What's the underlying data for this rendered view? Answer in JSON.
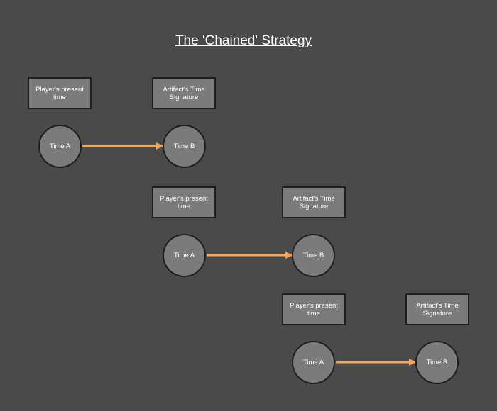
{
  "title": "The 'Chained' Strategy",
  "colors": {
    "background": "#4a4a4a",
    "shape_fill": "#7b7b7b",
    "shape_border": "#1e1e1e",
    "arrow": "#f4a65a"
  },
  "steps": [
    {
      "box_left": "Player's present time",
      "box_right": "Artifact's Time Signature",
      "node_left": "Time A",
      "node_right": "Time B"
    },
    {
      "box_left": "Player's present time",
      "box_right": "Artifact's Time Signature",
      "node_left": "Time A",
      "node_right": "Time B"
    },
    {
      "box_left": "Player's present time",
      "box_right": "Artifact's Time Signature",
      "node_left": "Time A",
      "node_right": "Time B"
    }
  ]
}
